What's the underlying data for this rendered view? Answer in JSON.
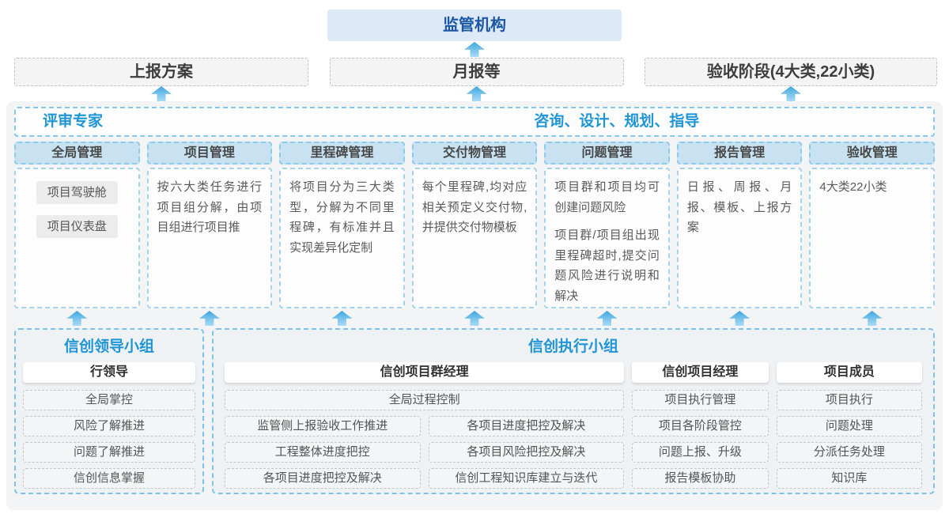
{
  "regulator": {
    "label": "监管机构"
  },
  "flow_row": {
    "report_plan": "上报方案",
    "monthly_report": "月报等",
    "acceptance_stage": "验收阶段(4大类,22小类)"
  },
  "platform": {
    "expert_left": "评审专家",
    "expert_right": "咨询、设计、规划、指导",
    "columns": [
      {
        "header": "全局管理",
        "pills": [
          "项目驾驶舱",
          "项目仪表盘"
        ]
      },
      {
        "header": "项目管理",
        "paragraphs": [
          "按六大类任务进行项目组分解，由项目组进行项目推"
        ]
      },
      {
        "header": "里程碑管理",
        "paragraphs": [
          "将项目分为三大类型，分解为不同里程碑，有标准并且实现差异化定制"
        ]
      },
      {
        "header": "交付物管理",
        "paragraphs": [
          "每个里程碑,均对应相关预定义交付物,并提供交付物模板"
        ]
      },
      {
        "header": "问题管理",
        "paragraphs": [
          "项目群和项目均可创建问题风险",
          "项目群/项目组出现里程碑超时,提交问题风险进行说明和解决"
        ]
      },
      {
        "header": "报告管理",
        "paragraphs": [
          "日报、周报、月报、模板、上报方案"
        ]
      },
      {
        "header": "验收管理",
        "paragraphs": [
          "4大类22小类"
        ]
      }
    ]
  },
  "bottom": {
    "leadership": {
      "title": "信创领导小组",
      "role": "行领导",
      "items": [
        "全局掌控",
        "风险了解推进",
        "问题了解推进",
        "信创信息掌握"
      ]
    },
    "execution": {
      "title": "信创执行小组",
      "group_manager": {
        "role": "信创项目群经理",
        "full_item": "全局过程控制",
        "left_items": [
          "监管侧上报验收工作推进",
          "工程整体进度把控",
          "各项目进度把控及解决"
        ],
        "right_items": [
          "各项目进度把控及解决",
          "各项目风险把控及解决",
          "信创工程知识库建立与迭代"
        ]
      },
      "project_manager": {
        "role": "信创项目经理",
        "items": [
          "项目执行管理",
          "项目各阶段管控",
          "问题上报、升级",
          "报告模板协助"
        ]
      },
      "member": {
        "role": "项目成员",
        "items": [
          "项目执行",
          "问题处理",
          "分派任务处理",
          "知识库"
        ]
      }
    }
  },
  "colors": {
    "accent_blue": "#2095d5",
    "regulator_fill": "#dde9f6",
    "regulator_text": "#1b57a3",
    "column_header_fill": "#c8e2f1",
    "dashed_blue_border": "#85c6ea",
    "arrow_blue": "#4fa9de",
    "container_fill": "#f2f4f5"
  }
}
